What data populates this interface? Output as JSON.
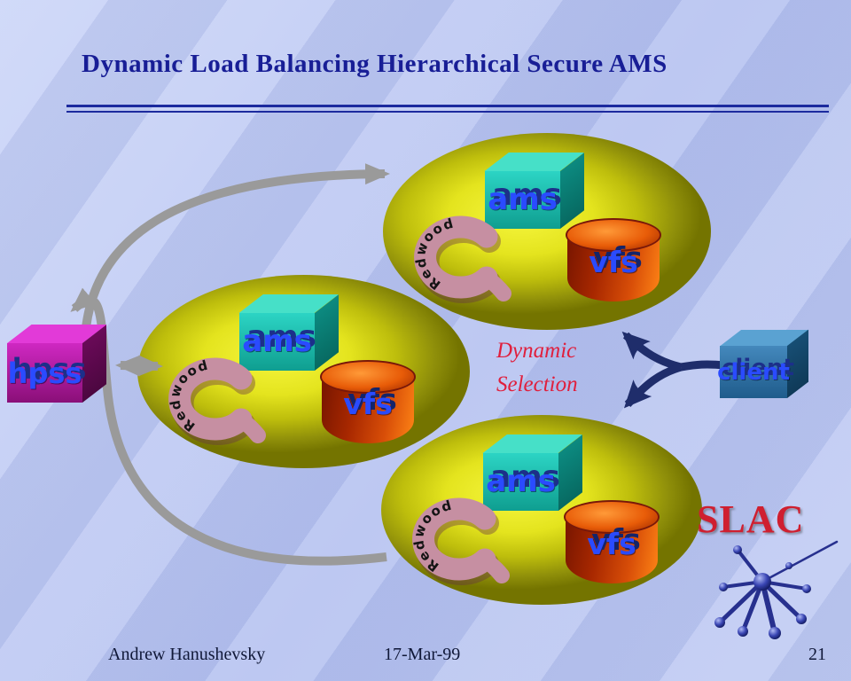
{
  "slide": {
    "title": "Dynamic Load Balancing Hierarchical Secure AMS"
  },
  "nodes": {
    "hpss_label": "hpss",
    "client_label": "client"
  },
  "clusters": [
    {
      "position": "top",
      "ams_label": "ams",
      "redwood_label": "Redwood",
      "vfs_label": "vfs"
    },
    {
      "position": "middle",
      "ams_label": "ams",
      "redwood_label": "Redwood",
      "vfs_label": "vfs"
    },
    {
      "position": "bottom",
      "ams_label": "ams",
      "redwood_label": "Redwood",
      "vfs_label": "vfs"
    }
  ],
  "annotation": {
    "line1": "Dynamic",
    "line2": "Selection"
  },
  "logo": {
    "slac_label": "SLAC"
  },
  "footer": {
    "author": "Andrew Hanushevsky",
    "date": "17-Mar-99",
    "page_number": "21"
  },
  "colors": {
    "title_navy": "#181e96",
    "annotation_red": "#e01f3d",
    "ellipse_yellow": "#e4e41e",
    "arrow_gray": "#9a9a9a",
    "fork_navy": "#1f2d6b",
    "slac_red": "#cf1f30",
    "hpss_magenta": "#cf28c2",
    "ams_teal": "#2cd4c4",
    "client_blue": "#4488bc",
    "vfs_orange": "#d84e08",
    "label_blue": "#2a4bff"
  }
}
